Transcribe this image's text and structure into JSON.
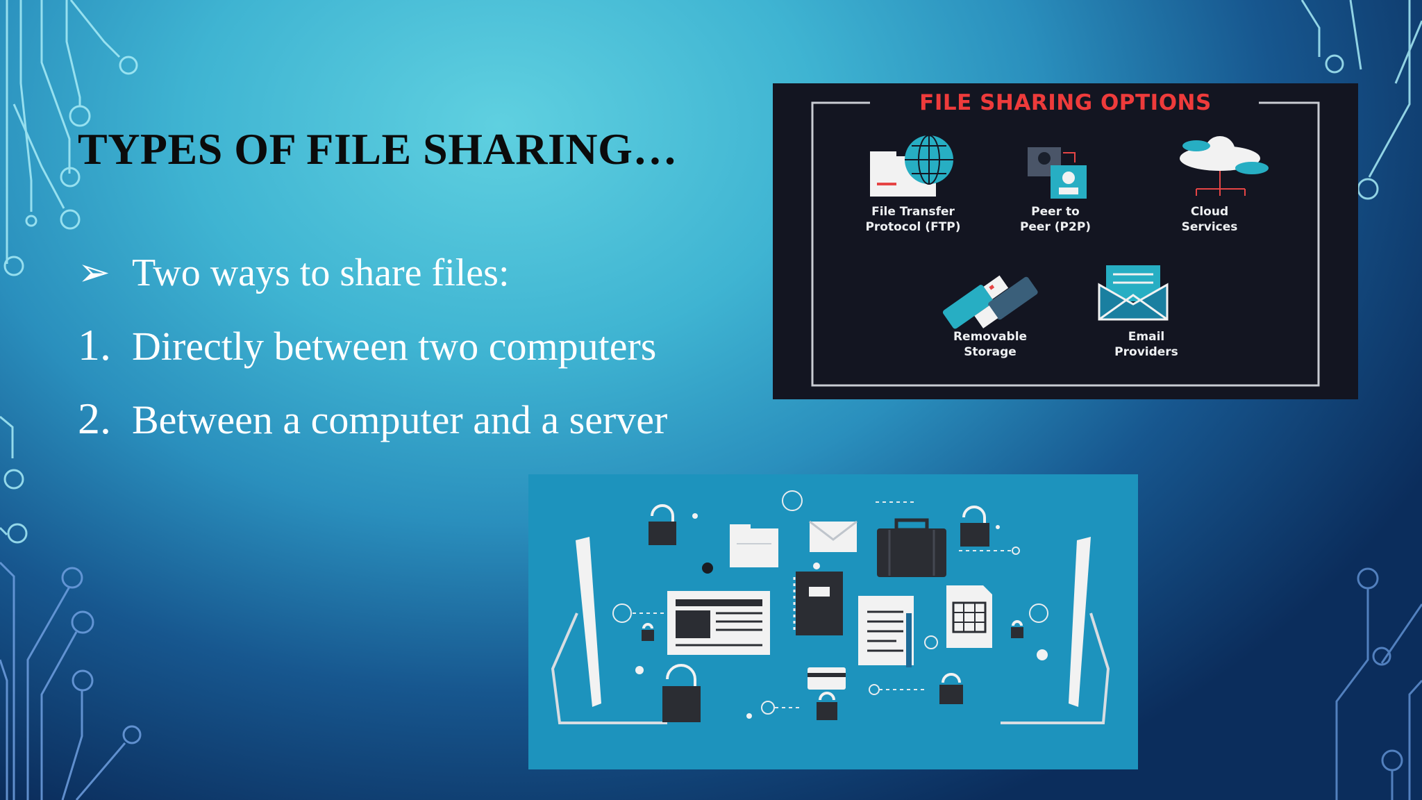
{
  "slide": {
    "title": "TYPES OF FILE SHARING…",
    "bullets": [
      {
        "marker": "➢",
        "text": "Two ways to share files:"
      },
      {
        "marker": "1.",
        "text": "Directly between two computers"
      },
      {
        "marker": "2.",
        "text": "Between a computer and a server"
      }
    ]
  },
  "file_sharing_image": {
    "title": "FILE SHARING OPTIONS",
    "options": [
      {
        "line1": "File Transfer",
        "line2": "Protocol (FTP)",
        "icon": "ftp-folder-globe-icon"
      },
      {
        "line1": "Peer to",
        "line2": "Peer (P2P)",
        "icon": "peer-to-peer-icon"
      },
      {
        "line1": "Cloud",
        "line2": "Services",
        "icon": "cloud-network-icon"
      },
      {
        "line1": "Removable",
        "line2": "Storage",
        "icon": "usb-drive-icon"
      },
      {
        "line1": "Email",
        "line2": "Providers",
        "icon": "email-envelope-icon"
      }
    ]
  },
  "illustration": {
    "description_icons": [
      "monitor-icon",
      "padlock-icon",
      "folder-icon",
      "envelope-icon",
      "briefcase-icon",
      "notebook-icon",
      "document-icon",
      "spreadsheet-icon",
      "credit-card-icon"
    ]
  },
  "colors": {
    "background_light": "#5fd0e0",
    "background_dark": "#0b2d5c",
    "title_color": "#0b0b0b",
    "bullet_color": "#ffffff",
    "fso_background": "#131521",
    "fso_accent": "#ee3b3b",
    "illustration_background": "#1d93bd"
  }
}
